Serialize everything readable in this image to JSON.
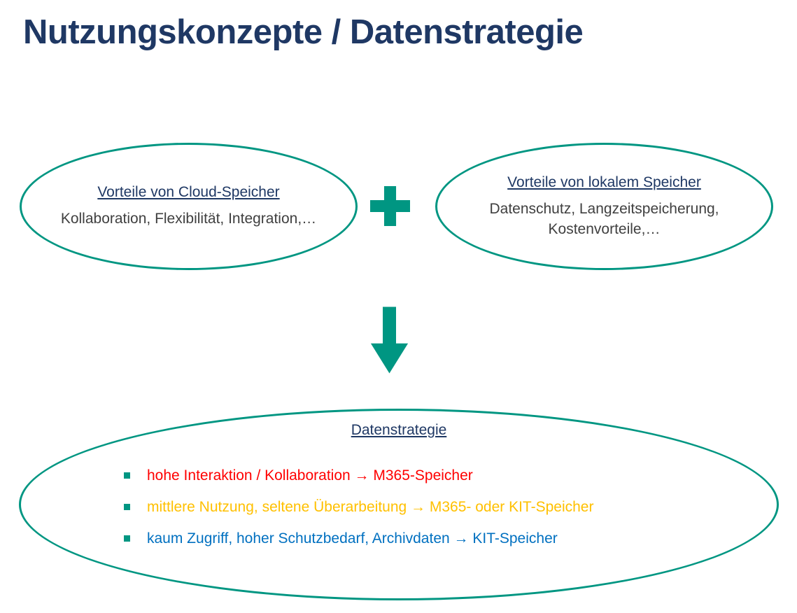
{
  "title": "Nutzungskonzepte / Datenstrategie",
  "colors": {
    "title": "#1f3864",
    "heading": "#1f3864",
    "body": "#404040",
    "teal": "#009682"
  },
  "plus_symbol": "+",
  "cloud_ellipse": {
    "heading": "Vorteile von Cloud-Speicher",
    "body": "Kollaboration, Flexibilität, Integration,…"
  },
  "local_ellipse": {
    "heading": "Vorteile von lokalem Speicher",
    "body": "Datenschutz, Langzeitspeicherung, Kostenvorteile,…"
  },
  "strategy_ellipse": {
    "heading": "Datenstrategie",
    "items": [
      {
        "text": "hohe Interaktion / Kollaboration → M365-Speicher",
        "color": "#ff0000"
      },
      {
        "text": "mittlere Nutzung, seltene Überarbeitung → M365- oder KIT-Speicher",
        "color": "#ffc000"
      },
      {
        "text": "kaum Zugriff, hoher Schutzbedarf, Archivdaten → KIT-Speicher",
        "color": "#0070c0"
      }
    ]
  }
}
